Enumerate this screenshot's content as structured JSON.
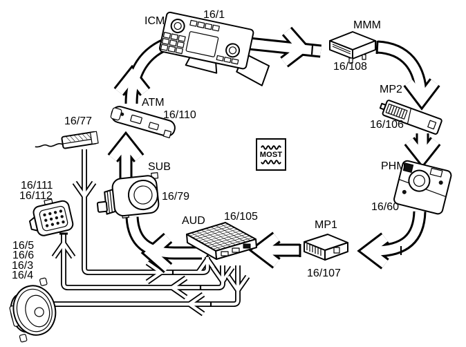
{
  "diagram": {
    "background": "#ffffff",
    "line_color": "#000000",
    "logo": {
      "label": "MOST"
    },
    "nodes": [
      {
        "id": "icm",
        "label": "ICM",
        "part": "16/1"
      },
      {
        "id": "mmm",
        "label": "MMM",
        "part": "16/108"
      },
      {
        "id": "mp2",
        "label": "MP2",
        "part": "16/106"
      },
      {
        "id": "phm",
        "label": "PHM",
        "part": "16/60"
      },
      {
        "id": "mp1",
        "label": "MP1",
        "part": "16/107"
      },
      {
        "id": "aud",
        "label": "AUD",
        "part": "16/105"
      },
      {
        "id": "sub",
        "label": "SUB",
        "part": "16/79"
      },
      {
        "id": "atm",
        "label": "ATM",
        "part": "16/110"
      }
    ],
    "peripherals": [
      {
        "id": "microphone",
        "part": "16/77"
      },
      {
        "id": "tweeter-speakers",
        "parts": [
          "16/111",
          "16/112"
        ]
      },
      {
        "id": "door-speakers",
        "parts": [
          "16/5",
          "16/6",
          "16/3",
          "16/4"
        ]
      }
    ],
    "ring_order": [
      "ICM",
      "MMM",
      "MP2",
      "PHM",
      "MP1",
      "AUD",
      "SUB",
      "ATM"
    ],
    "wires": [
      {
        "from": "16/77",
        "to": "AUD"
      },
      {
        "from": "AUD",
        "to": "16/111, 16/112"
      },
      {
        "from": "AUD",
        "to": "16/5, 16/6, 16/3, 16/4"
      }
    ]
  }
}
